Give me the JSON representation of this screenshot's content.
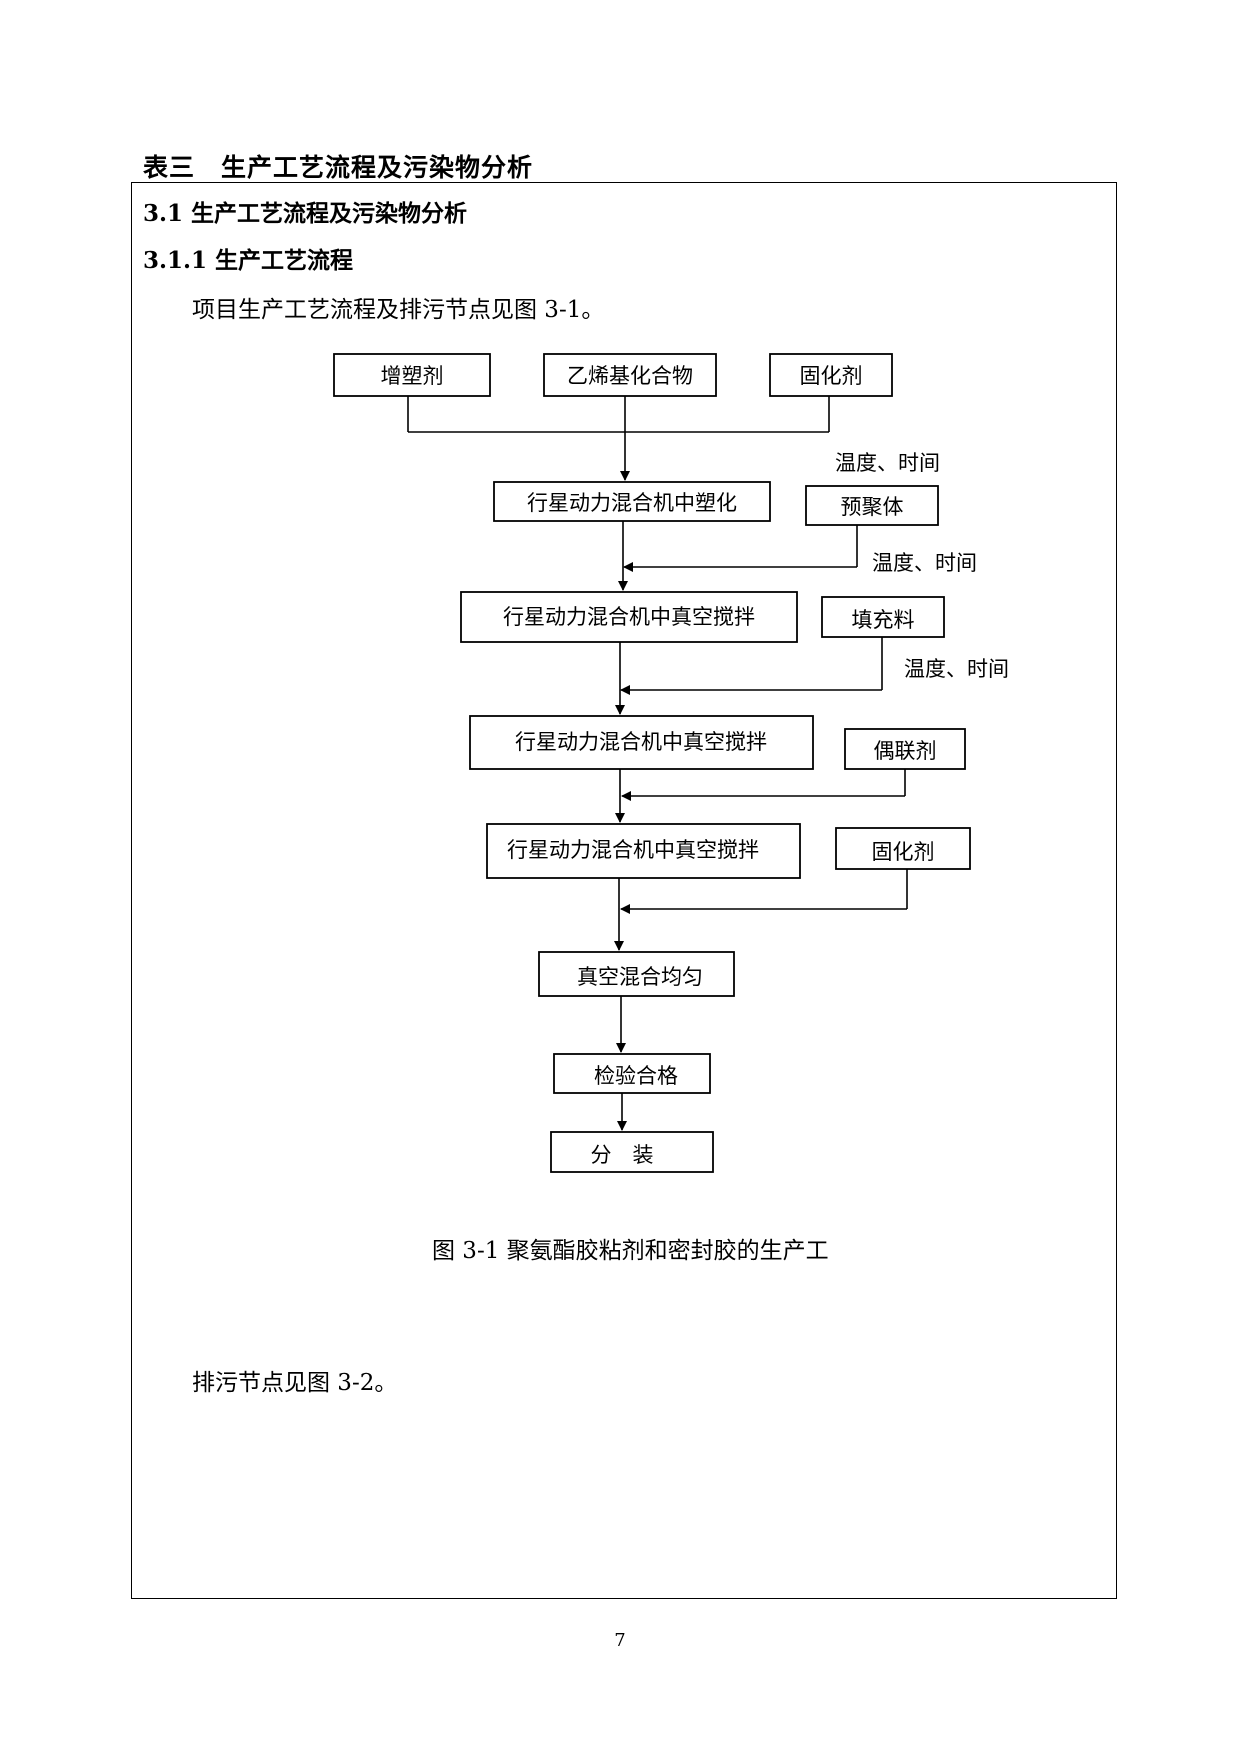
{
  "section_title": "表三　生产工艺流程及污染物分析",
  "heading_2": "3.1 生产工艺流程及污染物分析",
  "heading_3": "3.1.1 生产工艺流程",
  "intro_text": "项目生产工艺流程及排污节点见图 3-1。",
  "flowchart": {
    "inputs": {
      "plasticizer": "增塑剂",
      "vinyl_compound": "乙烯基化合物",
      "curing_agent_1": "固化剂"
    },
    "steps": {
      "plasticizing": "行星动力混合机中塑化",
      "vacuum_stir_1": "行星动力混合机中真空搅拌",
      "vacuum_stir_2": "行星动力混合机中真空搅拌",
      "vacuum_stir_3": "行星动力混合机中真空搅拌",
      "vacuum_mix": "真空混合均匀",
      "inspection": "检验合格",
      "packaging": "分　装"
    },
    "side_inputs": {
      "prepolymer": "预聚体",
      "filler": "填充料",
      "coupling_agent": "偶联剂",
      "curing_agent_2": "固化剂"
    },
    "conditions": {
      "cond_1": "温度、时间",
      "cond_2": "温度、时间",
      "cond_3": "温度、时间"
    }
  },
  "figure_caption": "图 3-1  聚氨酯胶粘剂和密封胶的生产工",
  "discharge_text": "排污节点见图 3-2。",
  "page_number": "7"
}
